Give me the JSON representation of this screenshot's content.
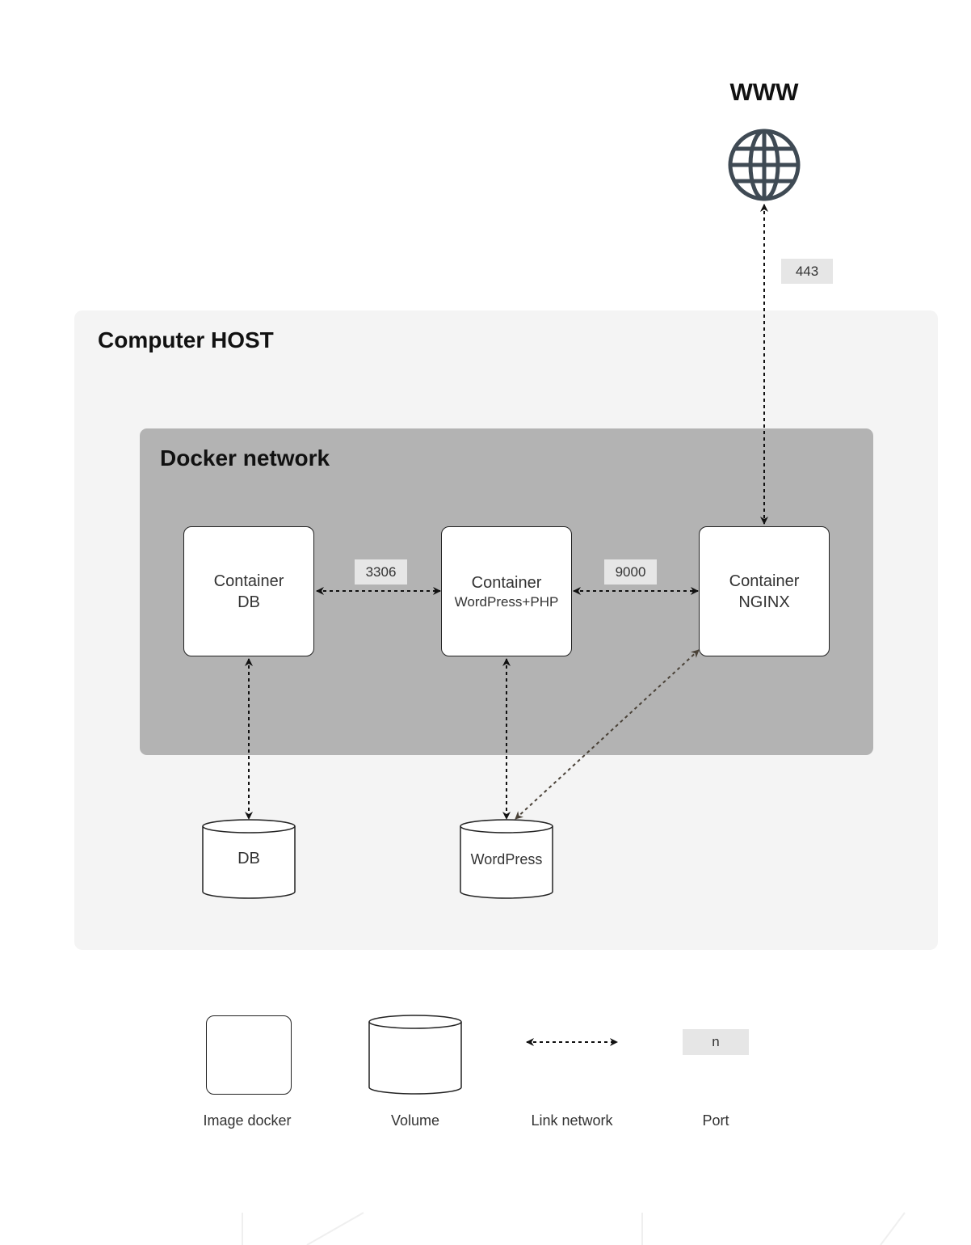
{
  "internet": {
    "title": "WWW",
    "icon": "globe-icon"
  },
  "host": {
    "title": "Computer HOST"
  },
  "docker_network": {
    "title": "Docker network"
  },
  "containers": {
    "db": {
      "line1": "Container",
      "line2": "DB"
    },
    "wordpress": {
      "line1": "Container",
      "line2": "WordPress+PHP"
    },
    "nginx": {
      "line1": "Container",
      "line2": "NGINX"
    }
  },
  "ports": {
    "https": "443",
    "mysql": "3306",
    "php_fpm": "9000"
  },
  "volumes": {
    "db": "DB",
    "wordpress": "WordPress"
  },
  "legend": {
    "image_docker": "Image docker",
    "volume": "Volume",
    "link_network": "Link network",
    "port_sample": "n",
    "port": "Port"
  },
  "colors": {
    "host_bg": "#f4f4f4",
    "network_bg": "#b3b3b3",
    "port_bg": "#e6e6e6",
    "globe": "#3f4a54",
    "nginx_volume_link": "#4a4238"
  }
}
